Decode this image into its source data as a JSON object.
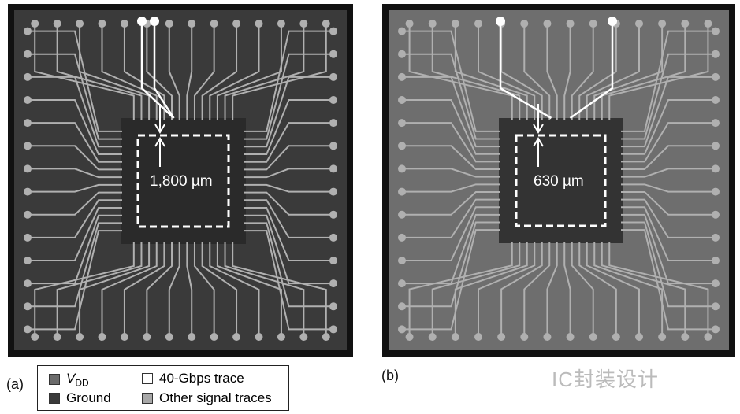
{
  "panels": [
    {
      "label": "(a)",
      "dimension": "1,800 µm"
    },
    {
      "label": "(b)",
      "dimension": "630 µm"
    }
  ],
  "legend": [
    {
      "label": "V",
      "sub": "DD",
      "color": "#6b6b6b"
    },
    {
      "label": "Ground",
      "color": "#3a3a3a"
    },
    {
      "label": "40-Gbps trace",
      "color": "#ffffff"
    },
    {
      "label": "Other signal traces",
      "color": "#a8a8a8"
    }
  ],
  "watermark": "IC封装设计",
  "colors": {
    "frame": "#111111",
    "ground": "#3a3a3a",
    "vdd": "#6e6e6e",
    "trace": "#b0b0b0"
  }
}
